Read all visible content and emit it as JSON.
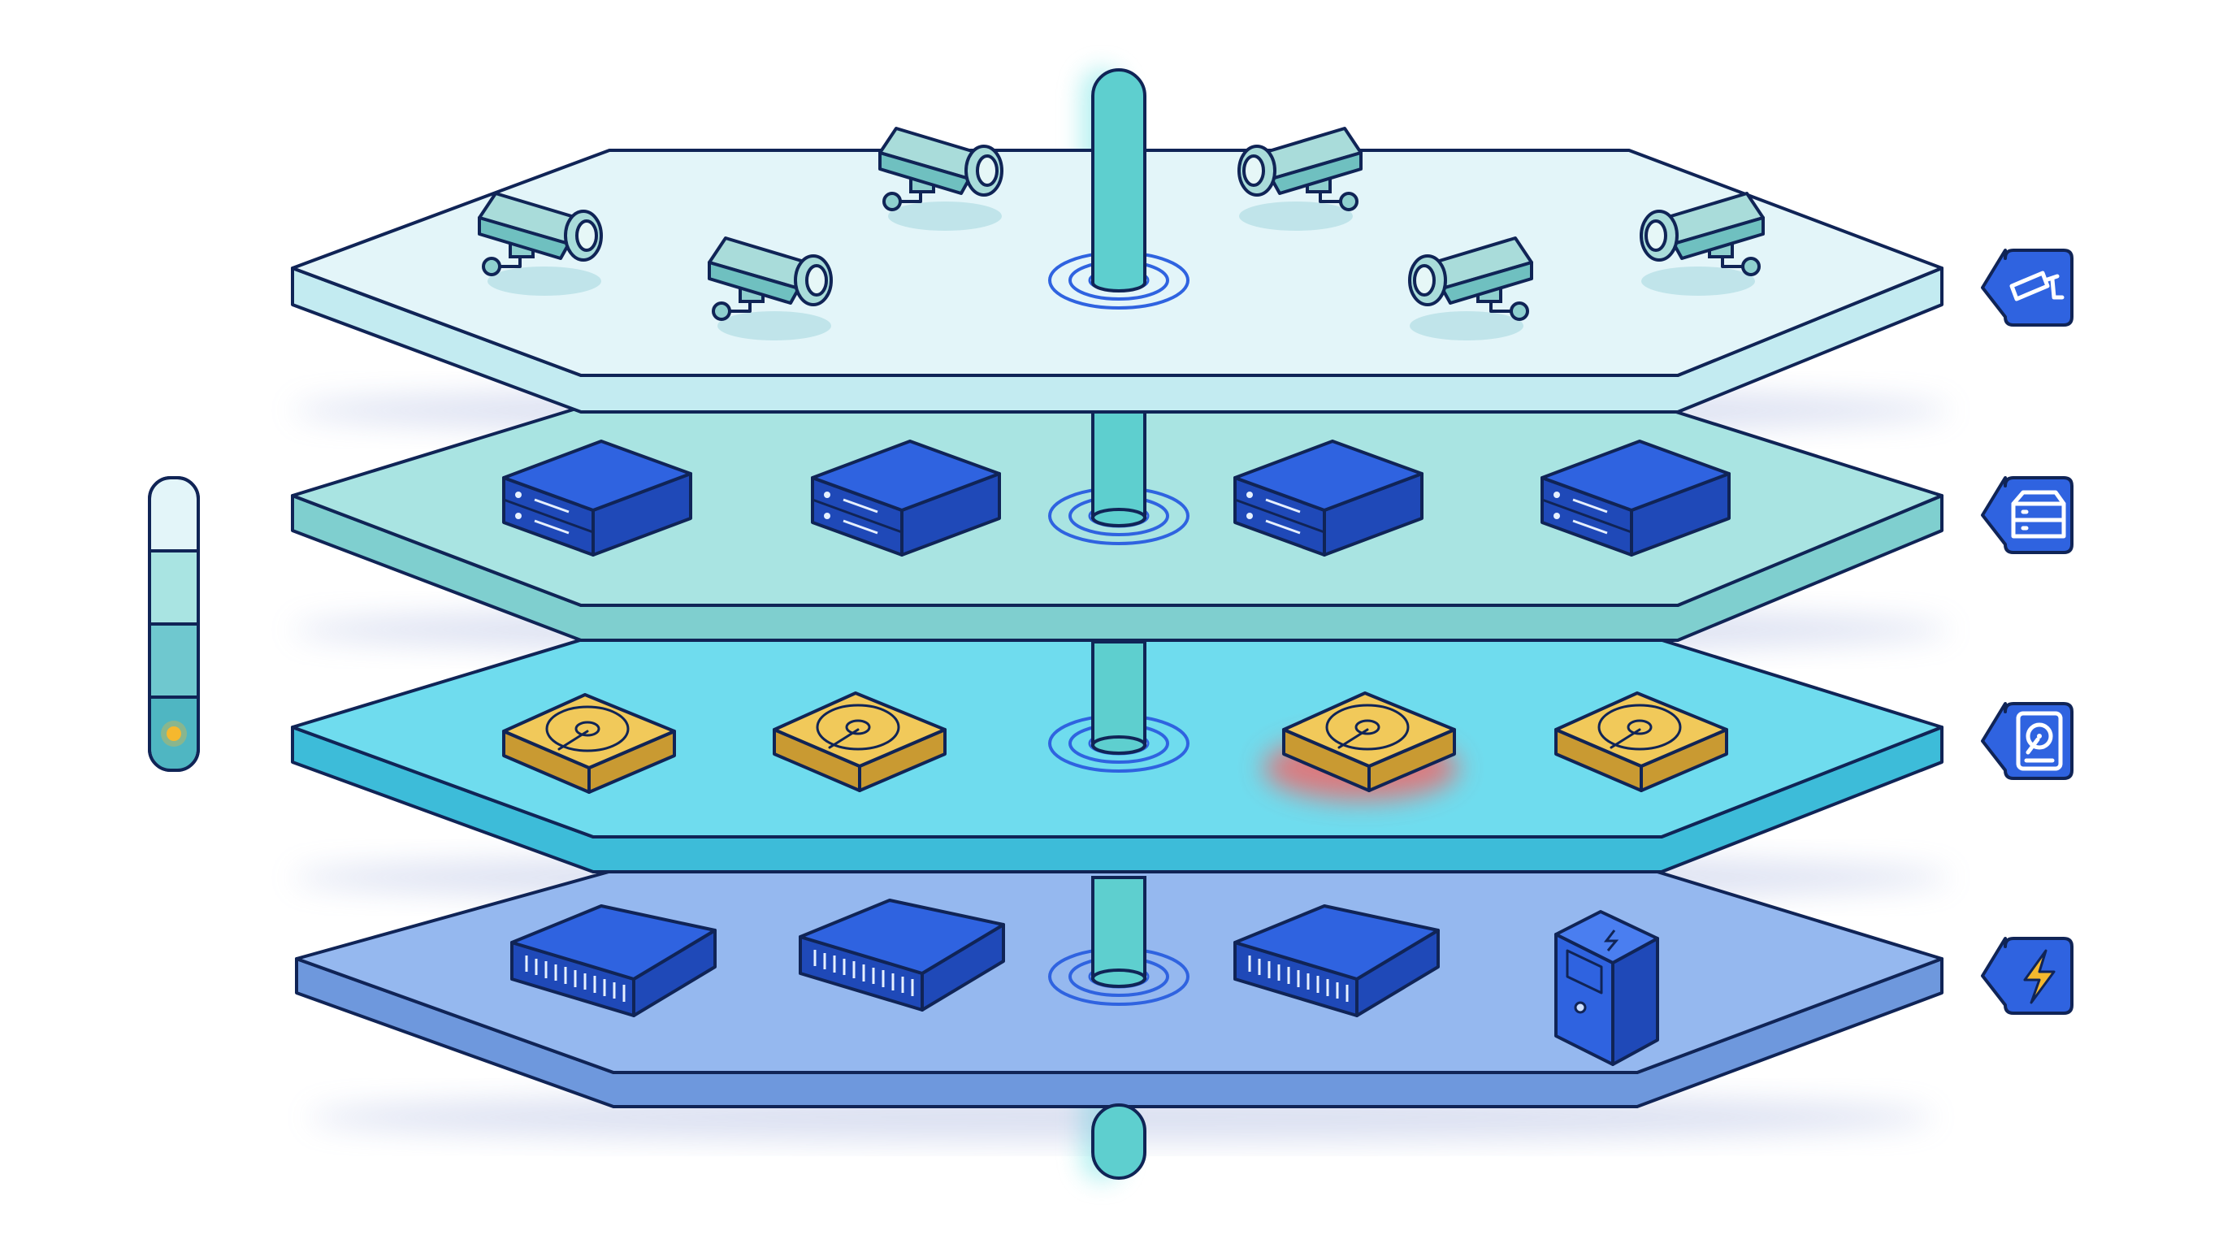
{
  "colors": {
    "outline": "#102456",
    "layer_cameras": "#e3f5f9",
    "layer_servers": "#a9e4e2",
    "layer_storage": "#6fdcee",
    "layer_network": "#95b8ef",
    "backbone": "#5ecfcf",
    "server_blue": "#2f63e0",
    "disk_yellow": "#f1c95a",
    "alert_red": "#ff5a5a",
    "indicator_dot": "#f5b82e",
    "badge_blue": "#2f63e0"
  },
  "layers": [
    {
      "id": "cameras",
      "icon": "cctv-camera-icon",
      "device_count": 6
    },
    {
      "id": "servers",
      "icon": "server-icon",
      "device_count": 4
    },
    {
      "id": "storage",
      "icon": "hard-drive-icon",
      "device_count": 4
    },
    {
      "id": "network",
      "icon": "lightning-bolt-icon",
      "device_count": 4
    }
  ],
  "level_indicator": {
    "segments": 4,
    "active_segment": 4
  },
  "alerts": [
    {
      "layer": "storage",
      "device_index": 3,
      "state": "warning"
    }
  ]
}
